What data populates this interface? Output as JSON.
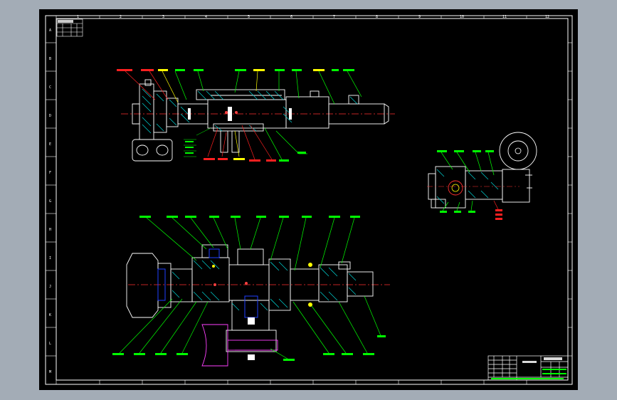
{
  "colors": {
    "background": "#a3acb6",
    "canvas": "#000000",
    "border": "#ffffff",
    "outline": "#ffffff",
    "hatch": "#00c8c8",
    "leader_green": "#00ff00",
    "leader_red": "#ff2020",
    "leader_yellow": "#ffff00",
    "centerline": "#ff3030",
    "magenta": "#ff40ff",
    "blue_part": "#2040ff"
  },
  "border_numbers": {
    "top": [
      "1",
      "2",
      "3",
      "4",
      "5",
      "6",
      "7",
      "8",
      "9",
      "10",
      "11",
      "12"
    ],
    "left": [
      "A",
      "B",
      "C",
      "D",
      "E",
      "F",
      "G",
      "H",
      "I",
      "J",
      "K",
      "L",
      "M"
    ]
  },
  "title_block": {
    "main_title": "",
    "subtitle": ""
  },
  "revision_table": {
    "header": ""
  }
}
